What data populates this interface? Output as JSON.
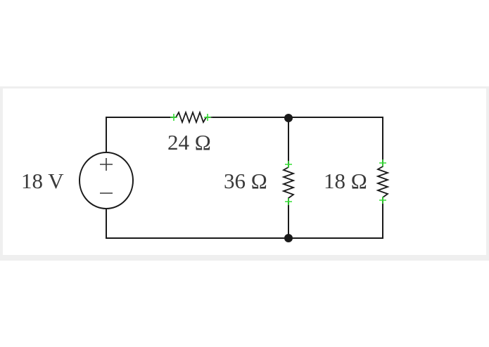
{
  "diagram": {
    "type": "circuit-schematic",
    "source": {
      "label": "18 V",
      "plus": "+",
      "minus": "−",
      "value_volts": 18
    },
    "resistors": [
      {
        "id": "R1",
        "label": "24 Ω",
        "value_ohms": 24,
        "position": "series-top"
      },
      {
        "id": "R2",
        "label": "36 Ω",
        "value_ohms": 36,
        "position": "parallel-middle"
      },
      {
        "id": "R3",
        "label": "18 Ω",
        "value_ohms": 18,
        "position": "parallel-right"
      }
    ],
    "nodes": [
      "top-junction",
      "bottom-junction"
    ],
    "colors": {
      "wire": "#1a1a1a",
      "label": "#3a3a3a",
      "terminal_marker": "#33dd33",
      "panel_border": "#efefef"
    }
  }
}
